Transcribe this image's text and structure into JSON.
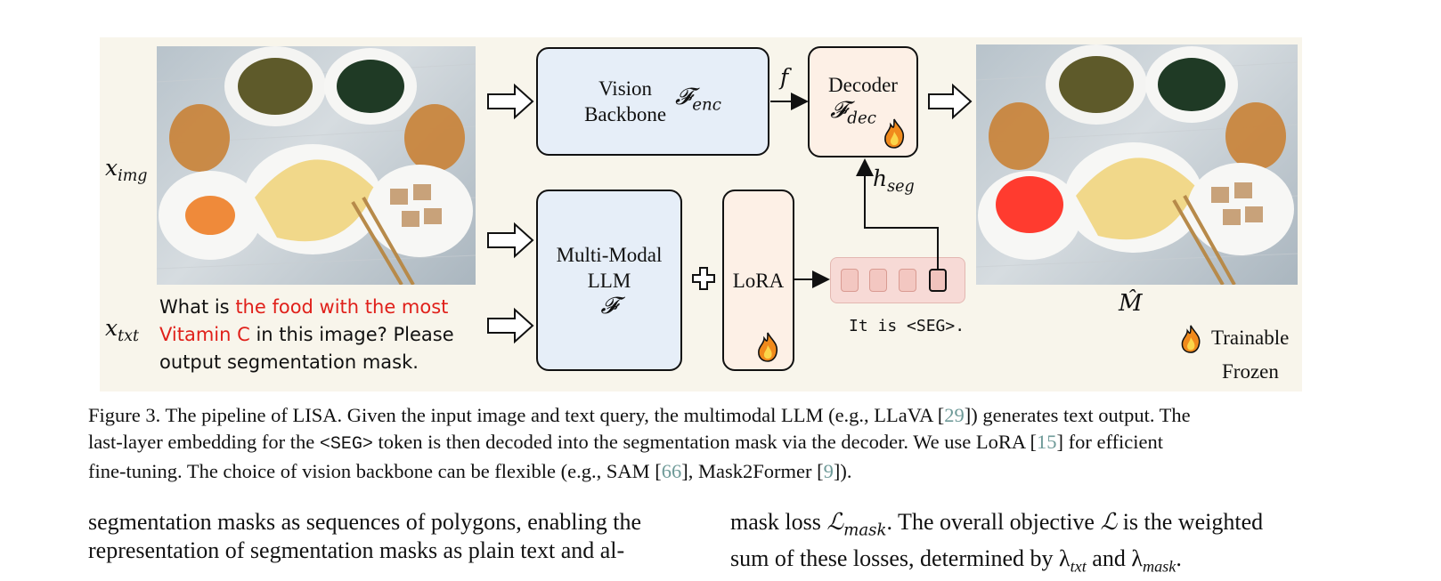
{
  "figure": {
    "labels": {
      "x_img": "x",
      "x_img_sub": "img",
      "x_txt": "x",
      "x_txt_sub": "txt",
      "f_label": "f",
      "h_seg": "h",
      "h_seg_sub": "seg",
      "m_hat": "M̂"
    },
    "vision_backbone": {
      "line1": "Vision",
      "line2": "Backbone",
      "symbol": "𝓕",
      "symbol_sub": "enc"
    },
    "decoder": {
      "line1": "Decoder",
      "symbol": "𝓕",
      "symbol_sub": "dec"
    },
    "llm": {
      "line1": "Multi-Modal",
      "line2": "LLM",
      "symbol": "𝓕"
    },
    "lora": {
      "label": "LoRA"
    },
    "plus_symbol": "+",
    "output_text": "It is <SEG>.",
    "query": {
      "part1": "What is ",
      "highlight1": "the food with the most",
      "highlight2": "Vitamin C",
      "part2": " in this image? Please",
      "part3": "output segmentation mask."
    },
    "legend": {
      "trainable": "Trainable",
      "frozen": "Frozen"
    }
  },
  "caption": {
    "prefix": "Figure 3. The pipeline of LISA. Given the input image and text query, the multimodal LLM (e.g., LLaVA [",
    "cite29": "29",
    "mid1": "]) generates text output. The",
    "line2_a": "last-layer embedding for the ",
    "seg_token": "<SEG>",
    "line2_b": " token is then decoded into the segmentation mask via the decoder. We use LoRA [",
    "cite15": "15",
    "line2_c": "] for efficient",
    "line3_a": "fine-tuning. The choice of vision backbone can be flexible (e.g., SAM [",
    "cite66": "66",
    "line3_b": "], Mask2Former [",
    "cite9": "9",
    "line3_c": "])."
  },
  "body": {
    "left_line1": "segmentation masks as sequences of polygons, enabling the",
    "left_line2": "representation of segmentation masks as plain text and al-",
    "right_line1_a": "mask loss ",
    "right_L": "ℒ",
    "right_L_sub": "mask",
    "right_line1_b": ". The overall objective ",
    "right_L2": "ℒ",
    "right_line1_c": " is the weighted",
    "right_line2": "sum of these losses, determined by λ",
    "right_line2_sub1": "txt",
    "right_line2_mid": " and λ",
    "right_line2_sub2": "mask",
    "right_line2_end": "."
  },
  "colors": {
    "figure_background": "#f8f5eb",
    "blue_box": "#e6eef8",
    "peach_box": "#fdf0e6",
    "highlight_text": "#e0201a",
    "citation": "#6e9a98",
    "mask_red": "#ff3b2f"
  },
  "icons": [
    "fire-icon",
    "snowflake-icon",
    "plus-icon",
    "arrow-right-icon"
  ]
}
